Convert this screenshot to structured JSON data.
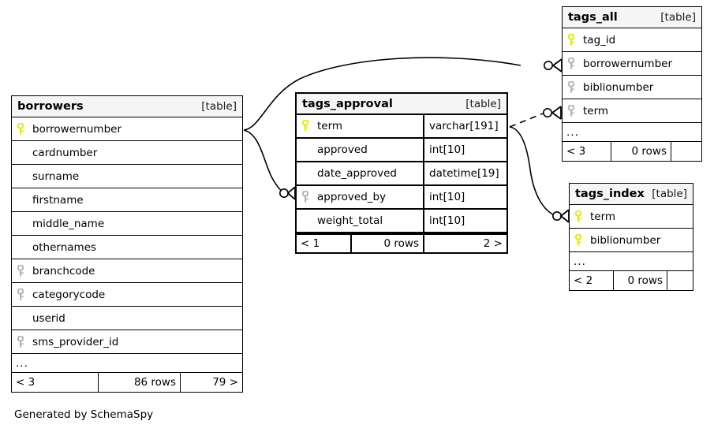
{
  "diagram": {
    "generator_note": "Generated by SchemaSpy",
    "table_tag": "[table]",
    "ellipsis": "...",
    "colors": {
      "primary_key": "#e8e800",
      "foreign_key": "#b3b3b3",
      "header_background": "#f5f5f5",
      "border": "#000000",
      "background": "#ffffff"
    }
  },
  "tables": {
    "borrowers": {
      "name": "borrowers",
      "tag": "[table]",
      "columns": [
        {
          "name": "borrowernumber",
          "key": "primary"
        },
        {
          "name": "cardnumber",
          "key": "none"
        },
        {
          "name": "surname",
          "key": "none"
        },
        {
          "name": "firstname",
          "key": "none"
        },
        {
          "name": "middle_name",
          "key": "none"
        },
        {
          "name": "othernames",
          "key": "none"
        },
        {
          "name": "branchcode",
          "key": "foreign"
        },
        {
          "name": "categorycode",
          "key": "foreign"
        },
        {
          "name": "userid",
          "key": "none"
        },
        {
          "name": "sms_provider_id",
          "key": "foreign"
        }
      ],
      "more_indicator": "...",
      "footer": {
        "left": "< 3",
        "middle": "86 rows",
        "right": "79 >"
      }
    },
    "tags_approval": {
      "name": "tags_approval",
      "tag": "[table]",
      "columns": [
        {
          "name": "term",
          "type": "varchar[191]",
          "key": "primary"
        },
        {
          "name": "approved",
          "type": "int[10]",
          "key": "none"
        },
        {
          "name": "date_approved",
          "type": "datetime[19]",
          "key": "none"
        },
        {
          "name": "approved_by",
          "type": "int[10]",
          "key": "foreign"
        },
        {
          "name": "weight_total",
          "type": "int[10]",
          "key": "none"
        }
      ],
      "footer": {
        "left": "< 1",
        "middle": "0 rows",
        "right": "2 >"
      }
    },
    "tags_all": {
      "name": "tags_all",
      "tag": "[table]",
      "columns": [
        {
          "name": "tag_id",
          "key": "primary"
        },
        {
          "name": "borrowernumber",
          "key": "foreign"
        },
        {
          "name": "biblionumber",
          "key": "foreign"
        },
        {
          "name": "term",
          "key": "foreign"
        }
      ],
      "more_indicator": "...",
      "footer": {
        "left": "< 3",
        "middle": "0 rows",
        "right": ""
      }
    },
    "tags_index": {
      "name": "tags_index",
      "tag": "[table]",
      "columns": [
        {
          "name": "term",
          "key": "primary"
        },
        {
          "name": "biblionumber",
          "key": "primary"
        }
      ],
      "more_indicator": "...",
      "footer": {
        "left": "< 2",
        "middle": "0 rows",
        "right": ""
      }
    }
  },
  "relationships": [
    {
      "from": "borrowers.borrowernumber",
      "to": "tags_all.borrowernumber",
      "style": "solid"
    },
    {
      "from": "borrowers.borrowernumber",
      "to": "tags_approval.approved_by",
      "style": "solid"
    },
    {
      "from": "tags_approval.term",
      "to": "tags_all.term",
      "style": "dashed"
    },
    {
      "from": "tags_approval.term",
      "to": "tags_index.term",
      "style": "solid"
    }
  ]
}
